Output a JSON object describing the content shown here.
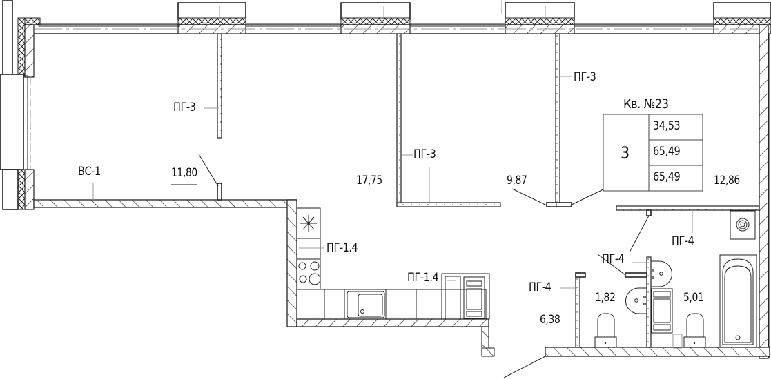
{
  "apartment": {
    "header": "Кв. №23",
    "rooms_count": "3",
    "living_area": "34,53",
    "total_area": "65,49",
    "total_area_with_balcony": "65,49"
  },
  "room_areas": {
    "living_room": "11,80",
    "kitchen_living": "17,75",
    "bedroom_middle": "9,87",
    "bedroom_right": "12,86",
    "hallway": "6,38",
    "toilet": "1,82",
    "bathroom": "5,01"
  },
  "partition_labels": {
    "pg3_left": "ПГ-3",
    "pg3_middle": "ПГ-3",
    "pg3_right": "ПГ-3",
    "vs1": "ВС-1",
    "pg14_kitchen_top": "ПГ-1.4",
    "pg14_kitchen_bottom": "ПГ-1.4",
    "pg4_hall": "ПГ-4",
    "pg4_toilet": "ПГ-4",
    "pg4_bath": "ПГ-4"
  },
  "colors": {
    "line": "#222222",
    "background": "#ffffff",
    "guide": "#9a9a9a"
  }
}
